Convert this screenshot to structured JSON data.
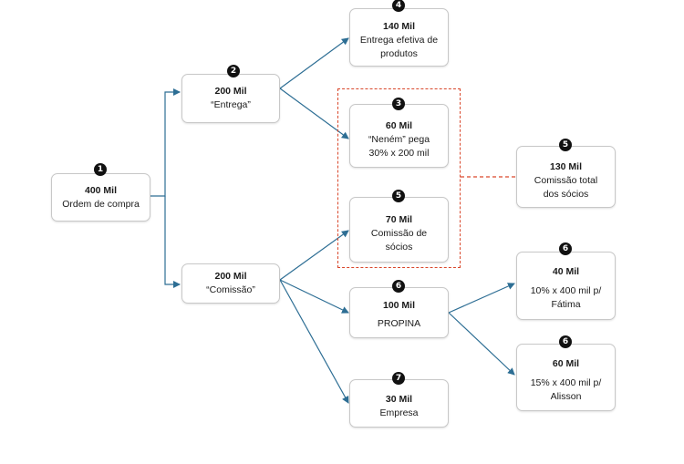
{
  "colors": {
    "arrow": "#2d6e94",
    "highlight": "#d9472b",
    "badge": "#111111"
  },
  "nodes": {
    "n1": {
      "badge": "1",
      "value": "400 Mil",
      "lines": [
        "Ordem de compra"
      ]
    },
    "n2": {
      "badge": "2",
      "value": "200 Mil",
      "lines": [
        "“Entrega”"
      ]
    },
    "n_comissao": {
      "badge": "",
      "value": "200 Mil",
      "lines": [
        "“Comissão”"
      ]
    },
    "n4": {
      "badge": "4",
      "value": "140 Mil",
      "lines": [
        "Entrega efetiva de",
        "produtos"
      ]
    },
    "n3": {
      "badge": "3",
      "value": "60 Mil",
      "lines": [
        "“Neném” pega",
        "30% x 200 mil"
      ]
    },
    "n5a": {
      "badge": "5",
      "value": "70 Mil",
      "lines": [
        "Comissão de",
        "sócios"
      ]
    },
    "n6": {
      "badge": "6",
      "value": "100 Mil",
      "lines": [
        "PROPINA"
      ]
    },
    "n7": {
      "badge": "7",
      "value": "30 Mil",
      "lines": [
        "Empresa"
      ]
    },
    "n5b": {
      "badge": "5",
      "value": "130 Mil",
      "lines": [
        "Comissão total",
        "dos sócios"
      ]
    },
    "n6a": {
      "badge": "6",
      "value": "40 Mil",
      "lines": [
        "10% x 400 mil p/",
        "Fátima"
      ]
    },
    "n6b": {
      "badge": "6",
      "value": "60 Mil",
      "lines": [
        "15% x 400 mil p/",
        "Alisson"
      ]
    }
  }
}
